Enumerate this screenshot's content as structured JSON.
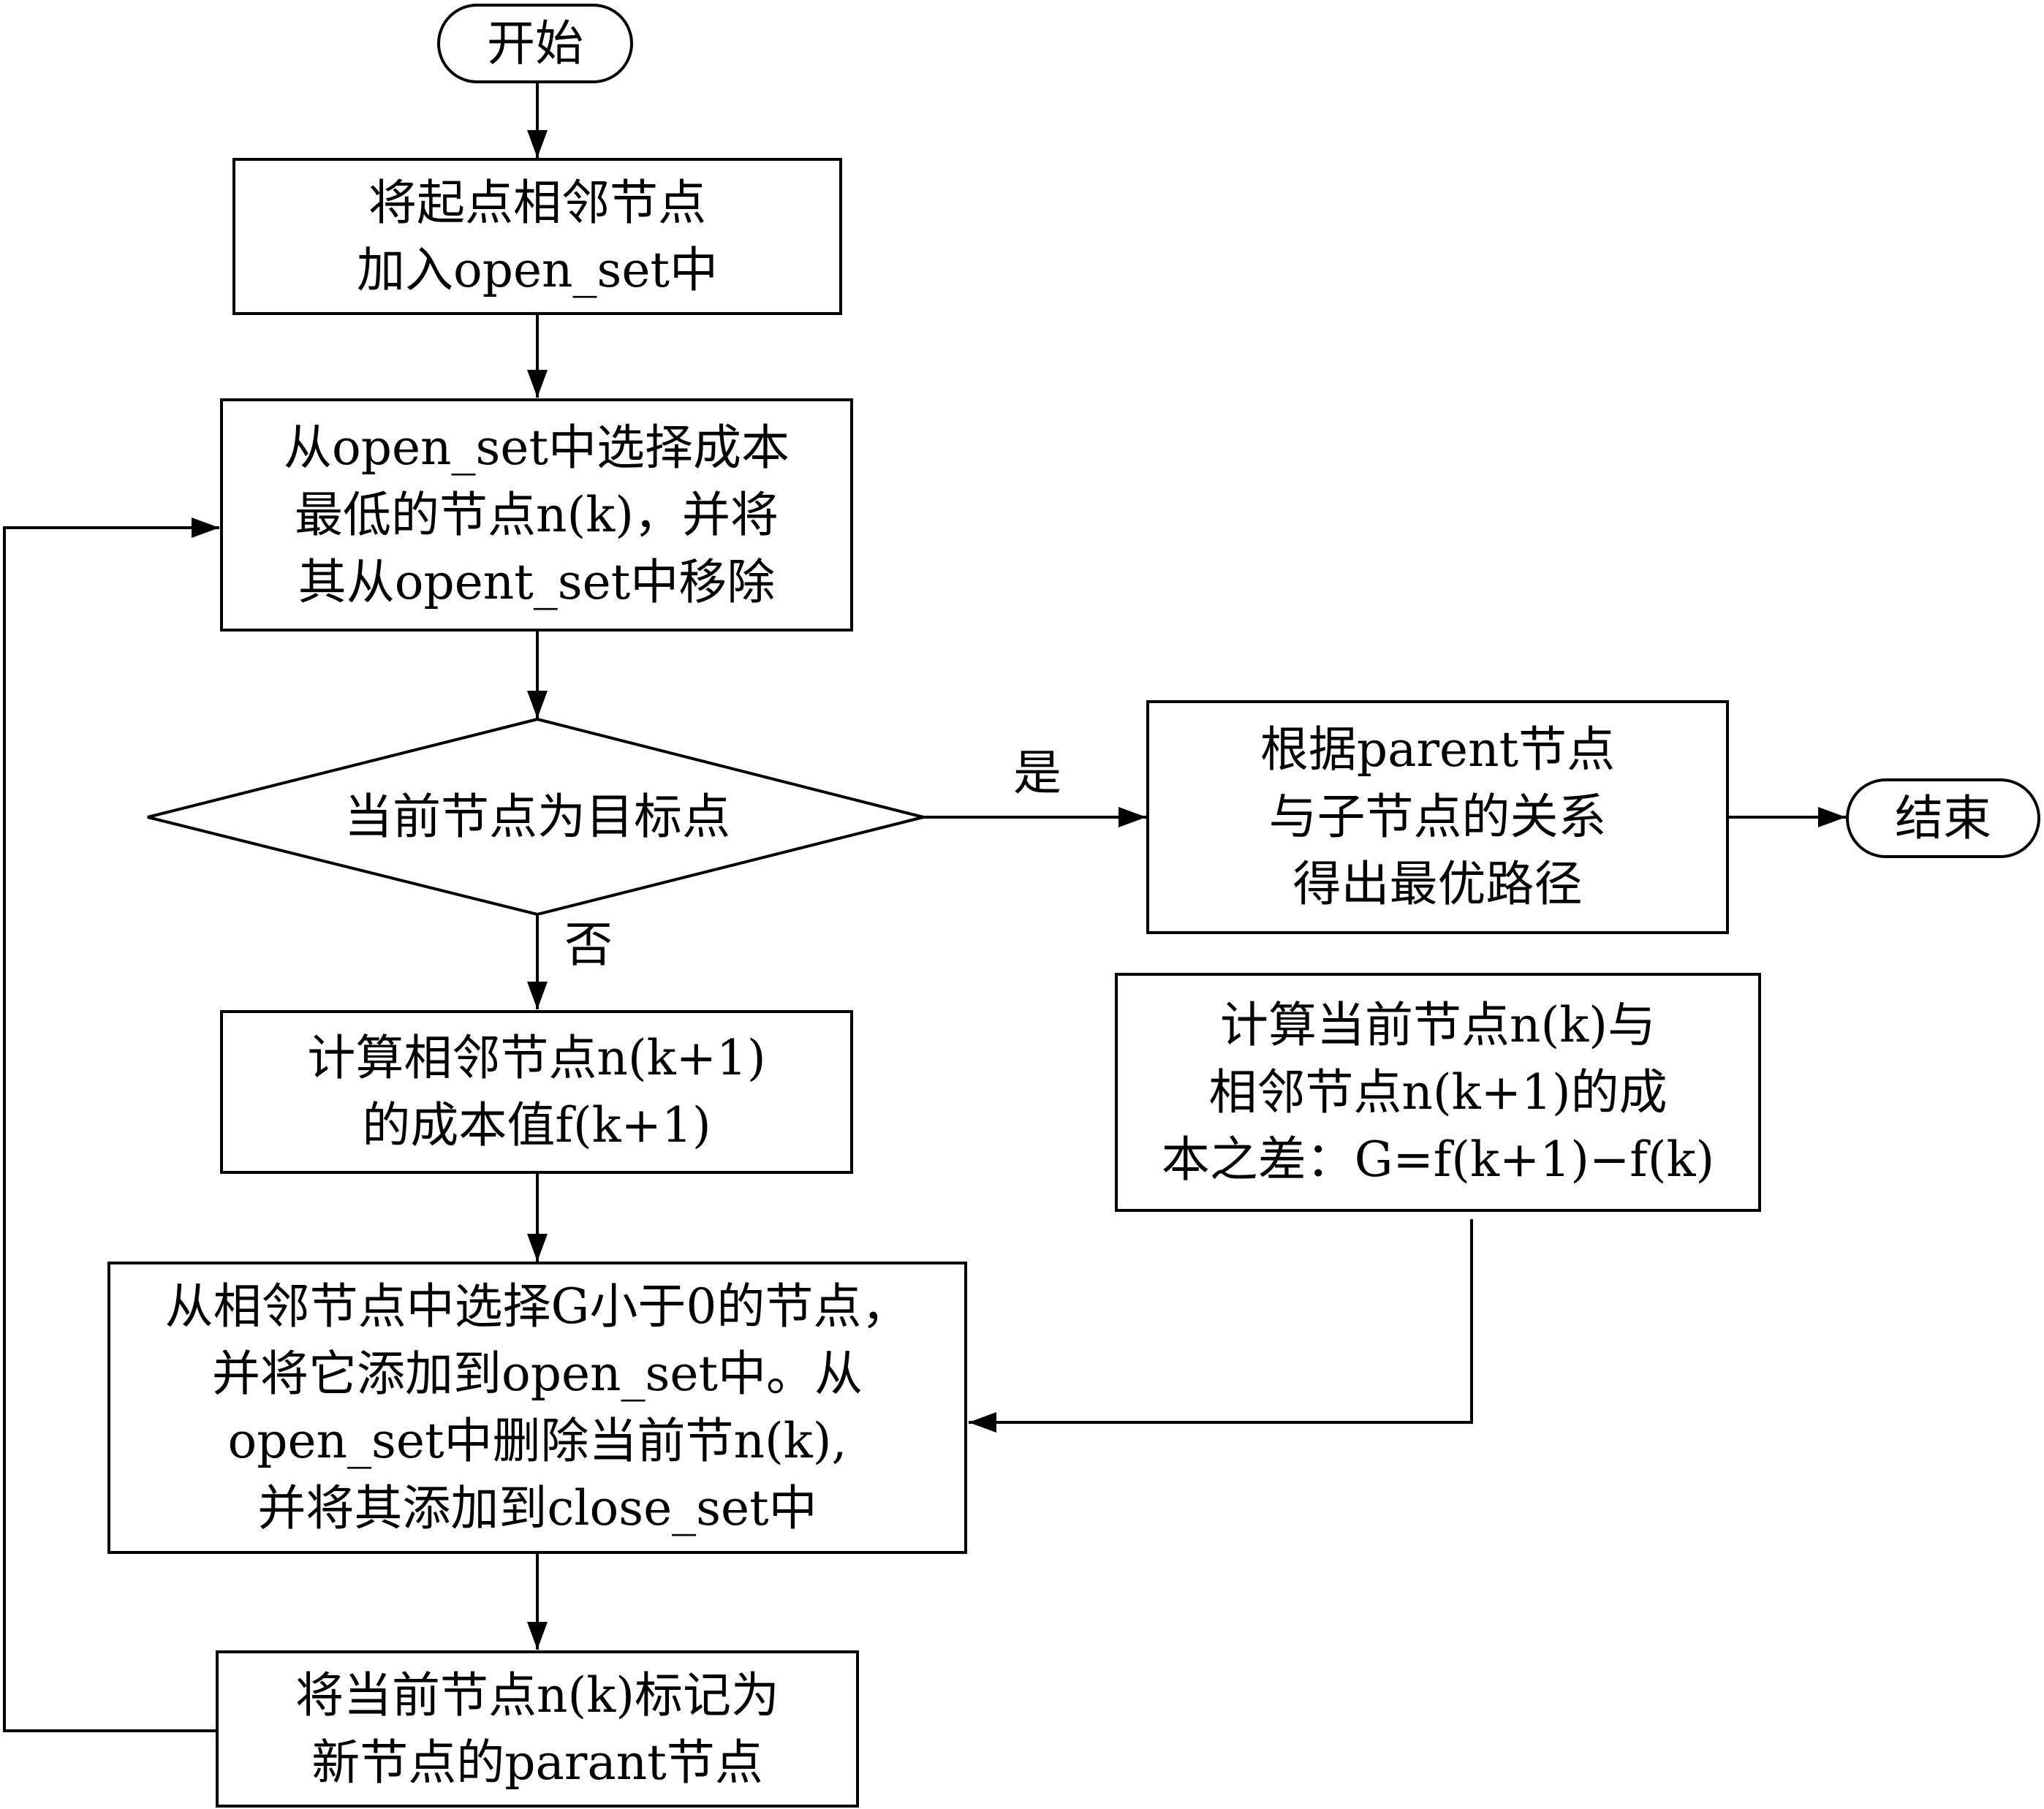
{
  "nodes": {
    "start": {
      "lines": [
        "开始"
      ]
    },
    "add_neighbors": {
      "lines": [
        "将起点相邻节点",
        "加入open_set中"
      ]
    },
    "select_min": {
      "lines": [
        "从open_set中选择成本",
        "最低的节点n(k)，并将",
        "其从opent_set中移除"
      ]
    },
    "is_goal": {
      "lines": [
        "当前节点为目标点"
      ]
    },
    "trace_path": {
      "lines": [
        "根据parent节点",
        "与子节点的关系",
        "得出最优路径"
      ]
    },
    "end": {
      "lines": [
        "结束"
      ]
    },
    "compute_cost": {
      "lines": [
        "计算相邻节点n(k+1)",
        "的成本值f(k+1)"
      ]
    },
    "cost_diff": {
      "lines": [
        "计算当前节点n(k)与",
        "相邻节点n(k+1)的成",
        "本之差：G=f(k+1)−f(k)"
      ]
    },
    "select_neg": {
      "lines": [
        "从相邻节点中选择G小于0的节点，",
        "并将它添加到open_set中。从",
        "open_set中删除当前节n(k),",
        "并将其添加到close_set中"
      ]
    },
    "mark_parent": {
      "lines": [
        "将当前节点n(k)标记为",
        "新节点的parant节点"
      ]
    }
  },
  "edge_labels": {
    "yes": "是",
    "no": "否"
  }
}
